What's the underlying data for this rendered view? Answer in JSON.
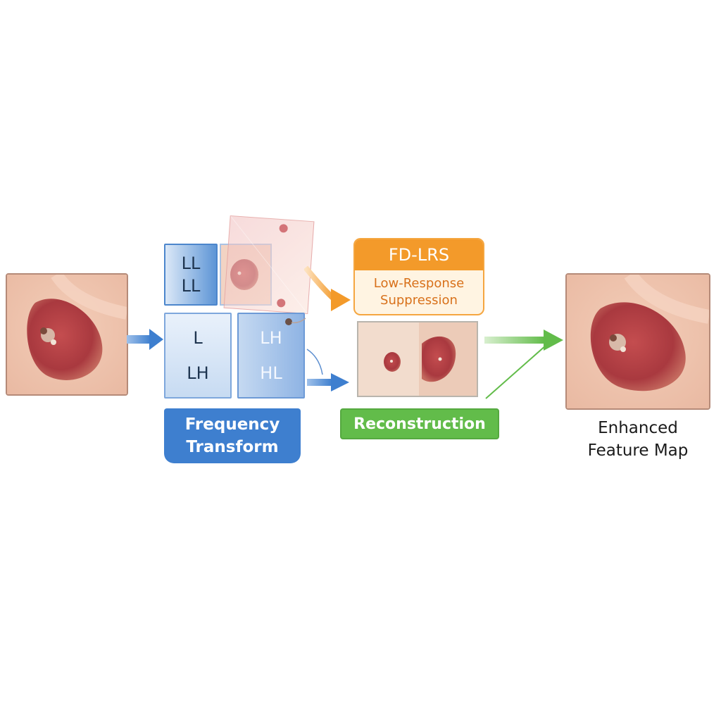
{
  "subbands": {
    "ll_top_a": "LL",
    "ll_top_b": "LL",
    "l_single": "L",
    "lh": "LH",
    "lh_right": "LH",
    "hl": "HL"
  },
  "frequency_transform": {
    "line1": "Frequency",
    "line2": "Transform"
  },
  "fd_lrs": {
    "title": "FD-LRS",
    "line1": "Low-Response",
    "line2": "Suppression"
  },
  "reconstruction": {
    "label": "Reconstruction"
  },
  "output": {
    "line1": "Enhanced",
    "line2": "Feature Map"
  },
  "colors": {
    "blue": "#3e7fcf",
    "blue_light": "#cfe0f2",
    "orange": "#f39a2a",
    "orange_light": "#fff3dc",
    "green": "#62bc4a",
    "skin": "#f0c9b4",
    "lesion": "#b84a4e"
  }
}
